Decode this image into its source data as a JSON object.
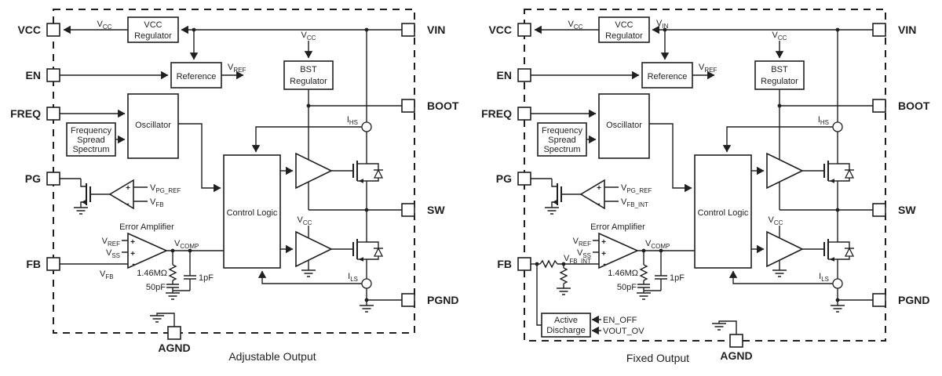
{
  "page": {
    "background": "#ffffff",
    "ink_color": "#1f1f1f"
  },
  "sym": {
    "V": "V",
    "I": "I",
    "cc": "CC",
    "in": "IN",
    "ref": "REF",
    "fb": "FB",
    "ss": "SS",
    "comp": "COMP",
    "pg_ref": "PG_REF",
    "fb_int": "FB_INT",
    "hs": "HS",
    "ls": "LS",
    "plus": "+",
    "minus": "-",
    "r_comp": "1.46MΩ",
    "c_50": "50pF",
    "c_1": "1pF",
    "en_off": "EN_OFF",
    "vout_ov": "VOUT_OV"
  },
  "blocks": {
    "vcc_reg_1": "VCC",
    "vcc_reg_2": "Regulator",
    "reference": "Reference",
    "bst_1": "BST",
    "bst_2": "Regulator",
    "oscillator": "Oscillator",
    "fss_1": "Frequency",
    "fss_2": "Spread",
    "fss_3": "Spectrum",
    "control_logic": "Control Logic",
    "error_amp": "Error Amplifier",
    "active_1": "Active",
    "active_2": "Discharge"
  },
  "pins": {
    "vcc": "VCC",
    "en": "EN",
    "freq": "FREQ",
    "pg": "PG",
    "fb": "FB",
    "vin": "VIN",
    "boot": "BOOT",
    "sw": "SW",
    "pgnd": "PGND",
    "agnd": "AGND"
  },
  "captions": {
    "adjustable": "Adjustable Output",
    "fixed": "Fixed Output"
  }
}
